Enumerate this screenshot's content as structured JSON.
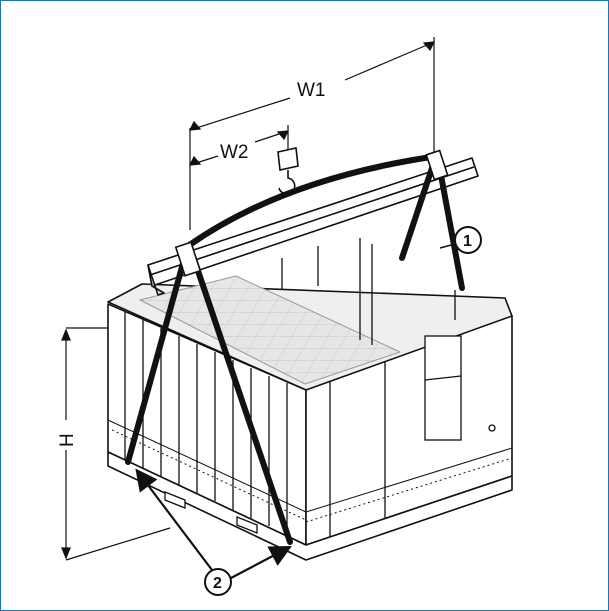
{
  "figure": {
    "frame_color": "#1b75bb",
    "line_color": "#111111",
    "panel_fill": "#d9d9d9"
  },
  "dimensions": {
    "w1": "W1",
    "w2": "W2",
    "h": "H"
  },
  "callouts": {
    "one": "1",
    "two": "2"
  }
}
